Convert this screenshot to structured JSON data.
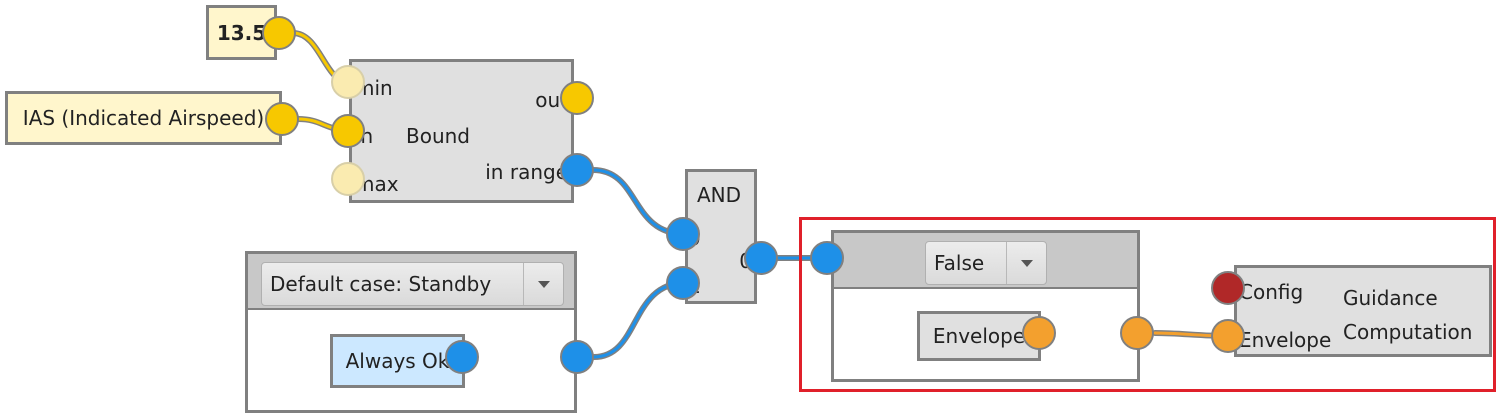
{
  "colors": {
    "wire_yellow": "#f7c800",
    "wire_blue": "#1e90e8",
    "wire_orange": "#f3a02e",
    "port_red": "#b02828",
    "highlight": "#e0202a",
    "const_fill": "#fff6cc",
    "always_ok_fill": "#cce8ff"
  },
  "constant_value": {
    "label": "13.5"
  },
  "ias_input": {
    "label": "IAS (Indicated Airspeed)"
  },
  "bound_node": {
    "title": "Bound",
    "inputs": [
      "min",
      "in",
      "max"
    ],
    "outputs": [
      "out",
      "in range"
    ]
  },
  "and_node": {
    "title": "AND",
    "inputs": [
      "0",
      "1"
    ],
    "output": "0"
  },
  "switch_node": {
    "selected": "Default case: Standby",
    "case_value": "Always Ok"
  },
  "false_node": {
    "selected": "False",
    "value": "Envelope"
  },
  "guidance_node": {
    "title_line1": "Guidance",
    "title_line2": "Computation",
    "inputs": [
      "Config",
      "Envelope"
    ]
  },
  "icons": {
    "dropdown": "chevron-down-icon",
    "port": "port-circle-icon"
  }
}
